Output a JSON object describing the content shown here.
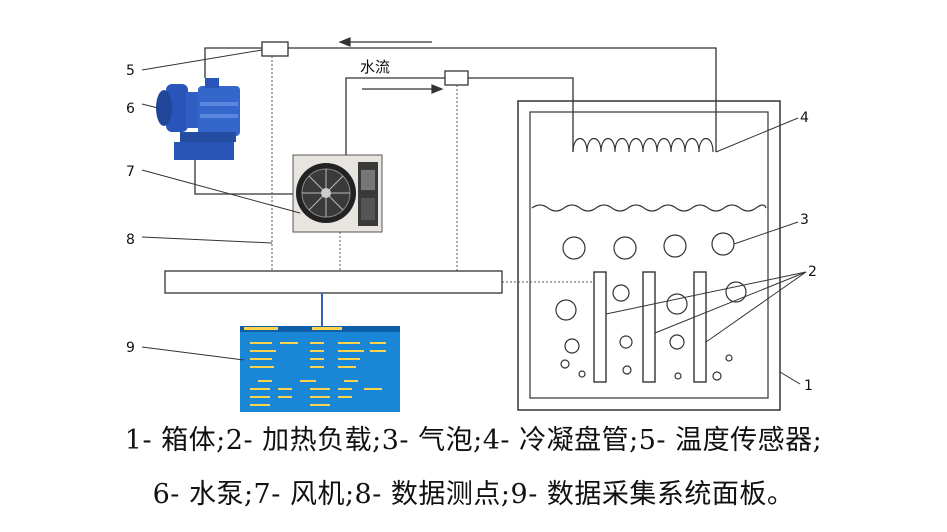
{
  "labels": {
    "water_flow": "水流",
    "n1": "1",
    "n2": "2",
    "n3": "3",
    "n4": "4",
    "n5": "5",
    "n6": "6",
    "n7": "7",
    "n8": "8",
    "n9": "9"
  },
  "caption": {
    "line1": "1- 箱体;2- 加热负载;3- 气泡;4- 冷凝盘管;5- 温度传感器;",
    "line2": "6- 水泵;7- 风机;8- 数据测点;9- 数据采集系统面板。"
  },
  "colors": {
    "pump": "#2a55b8",
    "panel": "#1a86d6",
    "fan_body": "#e8e5e0",
    "line": "#333333"
  },
  "icons": {
    "pump": "water-pump-icon",
    "fan": "fan-unit-icon",
    "panel": "data-panel-icon"
  }
}
